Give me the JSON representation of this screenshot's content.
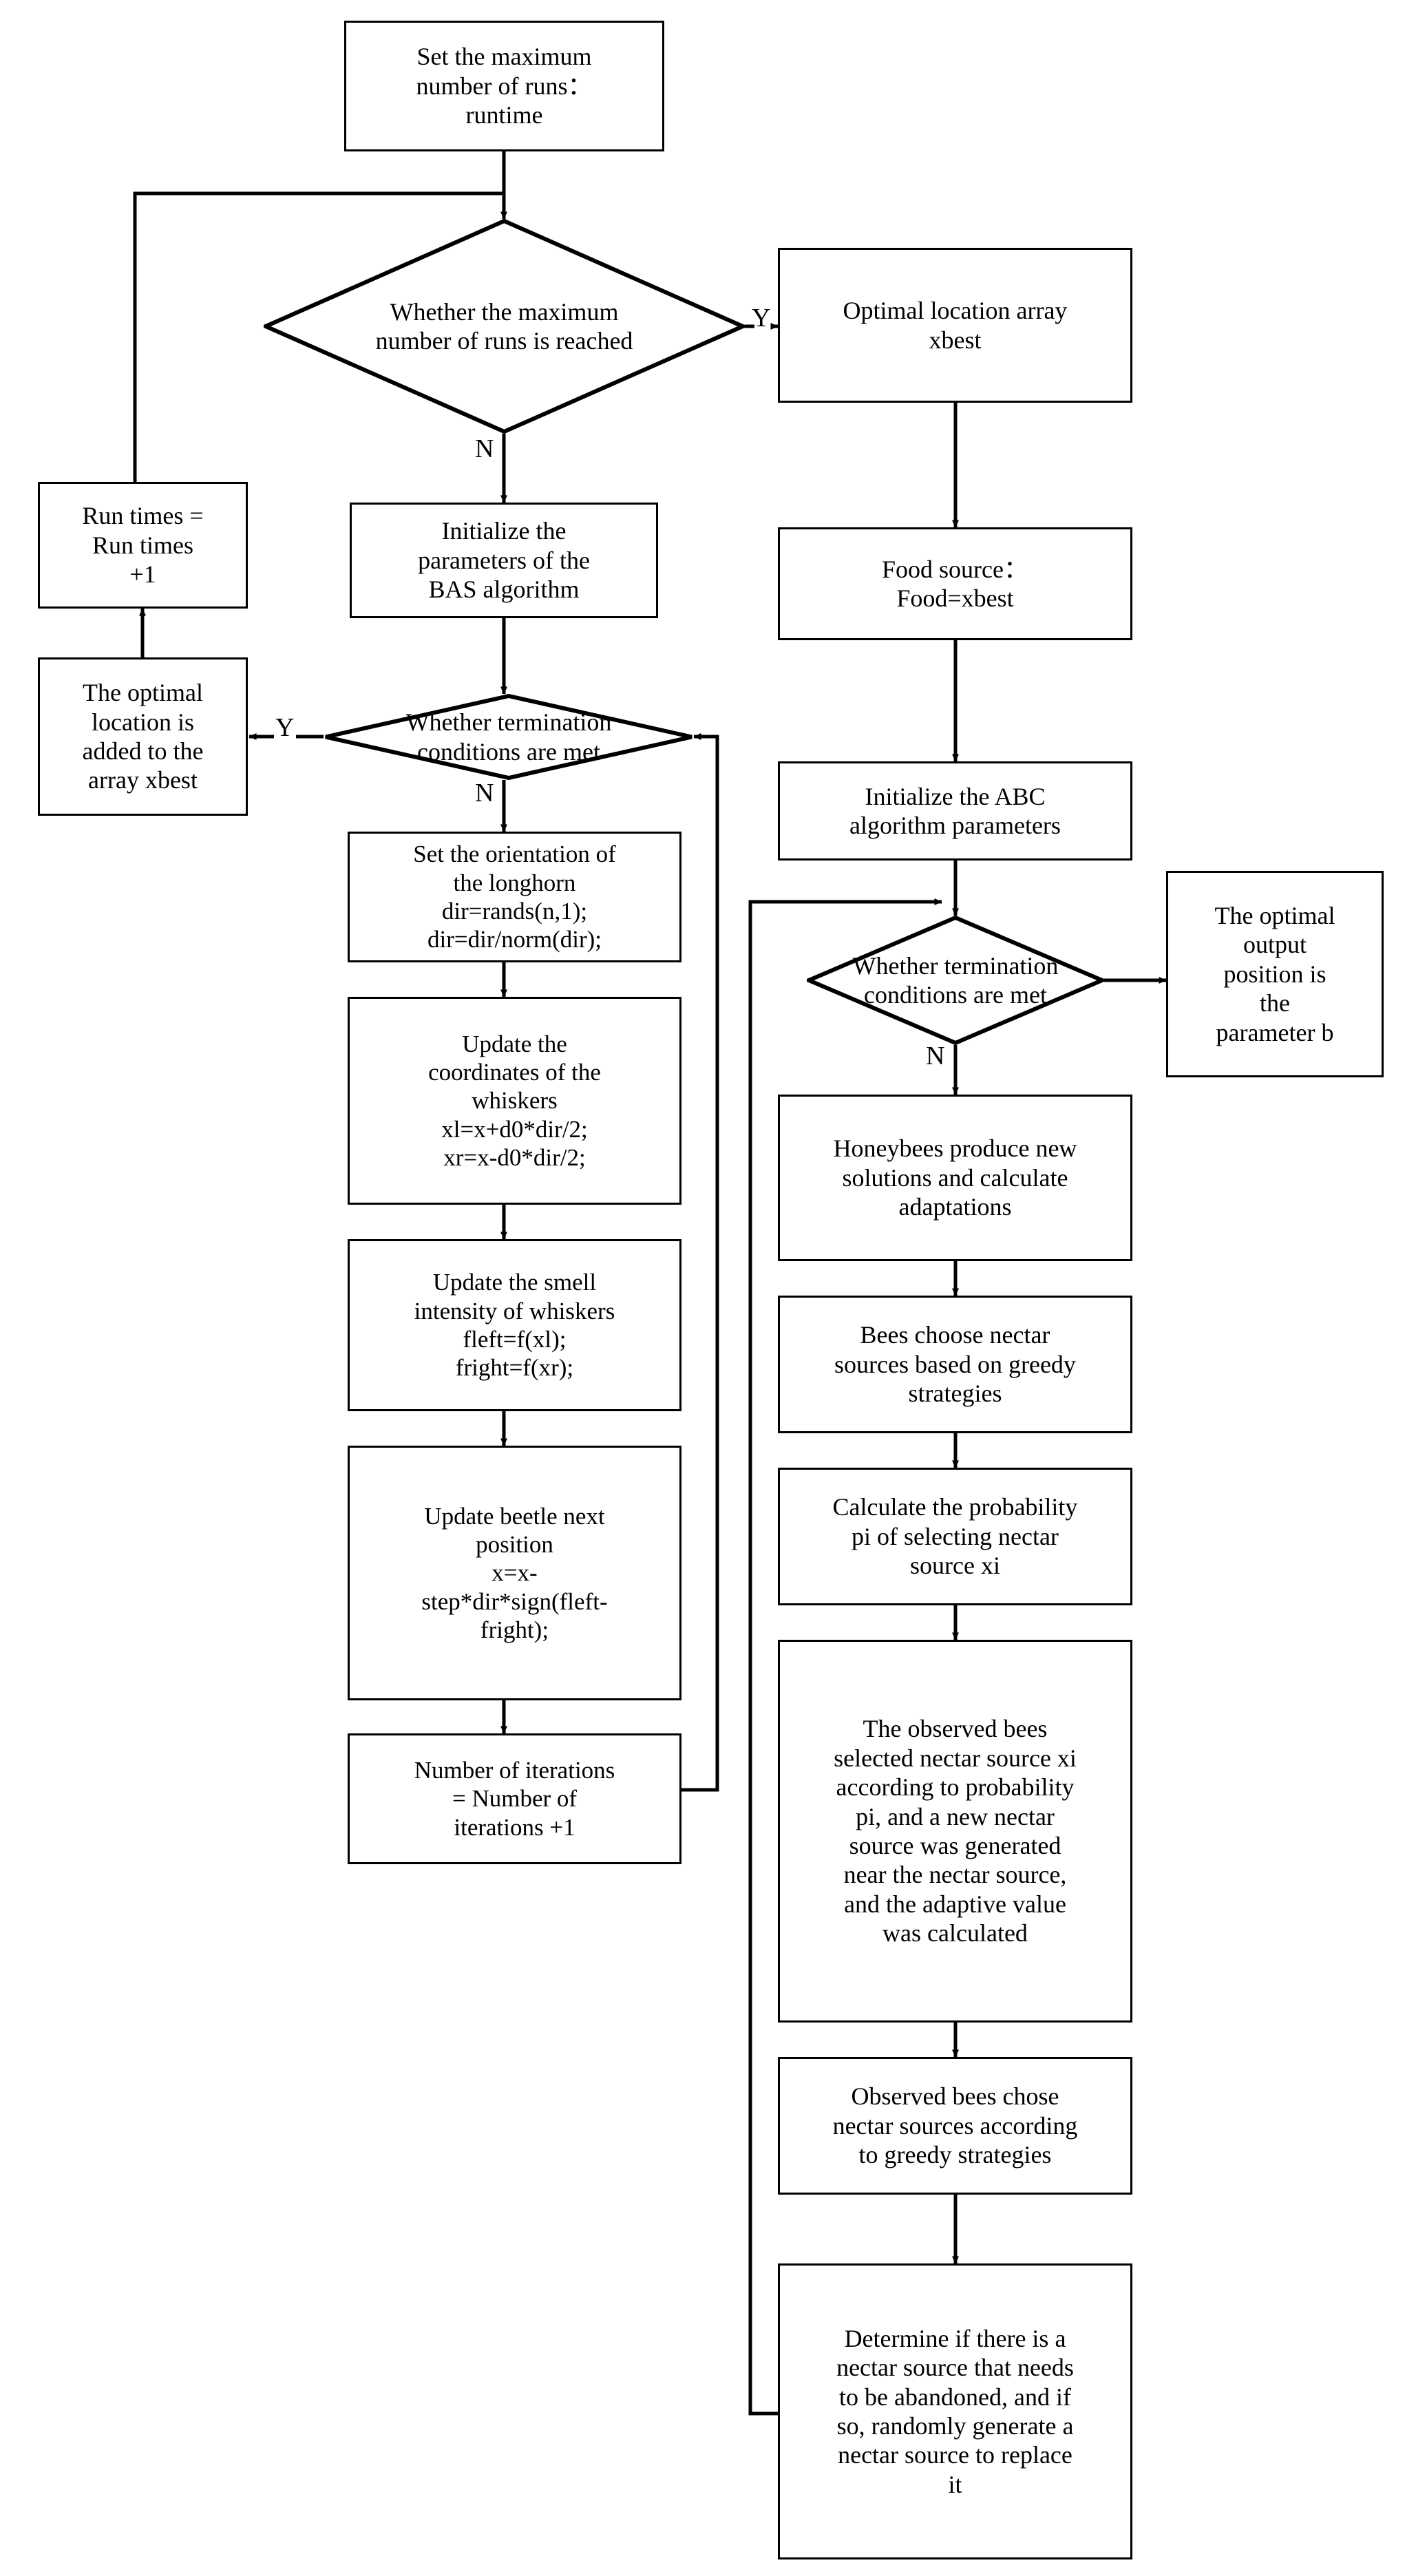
{
  "diagram": {
    "title": "BAS-ABC hybrid algorithm flowchart",
    "stroke_color": "#000000",
    "background_color": "#ffffff"
  },
  "nodes": {
    "set_max_runs": "Set the maximum\nnumber of runs：\nruntime",
    "check_max_runs": "Whether the maximum\nnumber of runs is reached",
    "optimal_location_array": "Optimal location array\nxbest",
    "run_times_increment": "Run times =\nRun times\n+1",
    "init_bas_params": "Initialize the\nparameters of the\nBAS algorithm",
    "food_source": "Food source：\nFood=xbest",
    "optimal_added_to_xbest": "The optimal\nlocation is\nadded to the\narray xbest",
    "bas_termination": "Whether termination\nconditions are met",
    "init_abc_params": "Initialize the ABC\nalgorithm parameters",
    "set_orientation": "Set the orientation of\nthe longhorn\ndir=rands(n,1);\ndir=dir/norm(dir);",
    "abc_termination": "Whether termination\nconditions are met",
    "optimal_output_position": "The optimal\noutput\nposition is\nthe\nparameter b",
    "update_whisker_coords": "Update the\ncoordinates of the\nwhiskers\nxl=x+d0*dir/2;\nxr=x-d0*dir/2;",
    "honeybees_new_solutions": "Honeybees produce new\nsolutions and calculate\nadaptations",
    "update_smell_intensity": "Update the smell\nintensity of whiskers\nfleft=f(xl);\nfright=f(xr);",
    "bees_choose_nectar": "Bees choose nectar\nsources based on greedy\nstrategies",
    "update_beetle_position": "Update beetle next\nposition\nx=x-\nstep*dir*sign(fleft-\nfright);",
    "calculate_probability": "Calculate the probability\npi of selecting nectar\nsource xi",
    "iteration_increment": "Number of iterations\n= Number of\niterations +1",
    "observed_bees_select": "The observed bees\nselected nectar source xi\naccording to probability\npi, and a new nectar\nsource was generated\nnear the nectar source,\nand the adaptive value\nwas calculated",
    "observed_bees_greedy": "Observed bees chose\nnectar sources according\nto greedy strategies",
    "determine_abandon": "Determine if there is a\nnectar source that needs\nto be abandoned, and if\nso, randomly generate a\nnectar source to replace\nit"
  },
  "edge_labels": {
    "max_runs_yes": "Y",
    "max_runs_no": "N",
    "bas_term_yes": "Y",
    "bas_term_no": "N",
    "abc_term_no": "N"
  }
}
